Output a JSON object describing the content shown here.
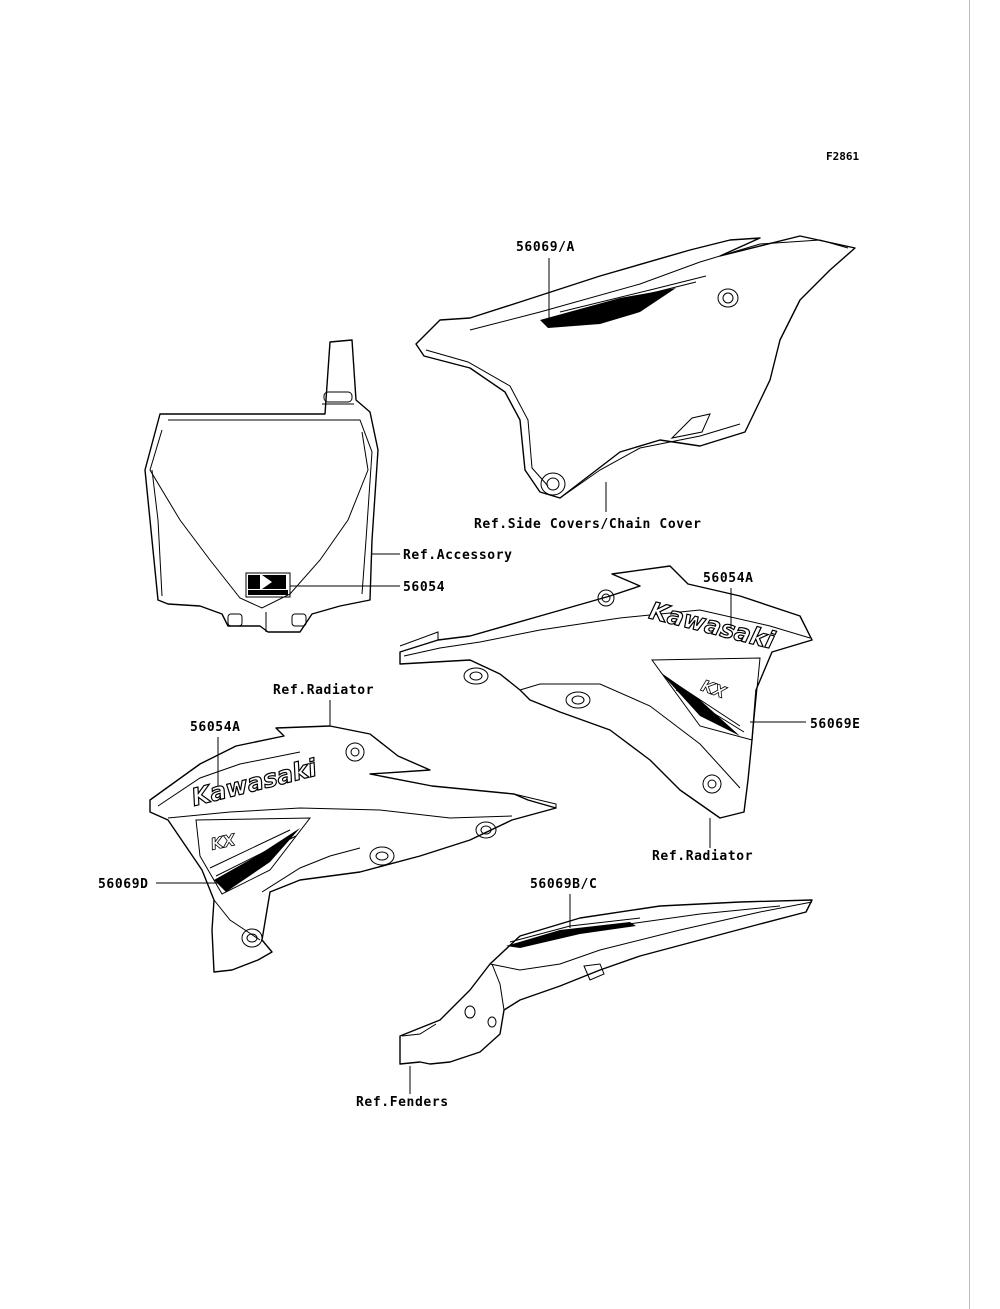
{
  "figure_id": "F2861",
  "brand_text": "Kawasaki",
  "labels": {
    "p56069A": "56069/A",
    "ref_side_covers": "Ref.Side Covers/Chain Cover",
    "ref_accessory": "Ref.Accessory",
    "p56054": "56054",
    "p56054A_right": "56054A",
    "ref_radiator_top": "Ref.Radiator",
    "p56054A_left": "56054A",
    "p56069E": "56069E",
    "ref_radiator_bottom": "Ref.Radiator",
    "p56069D": "56069D",
    "p56069BC": "56069B/C",
    "ref_fenders": "Ref.Fenders"
  }
}
